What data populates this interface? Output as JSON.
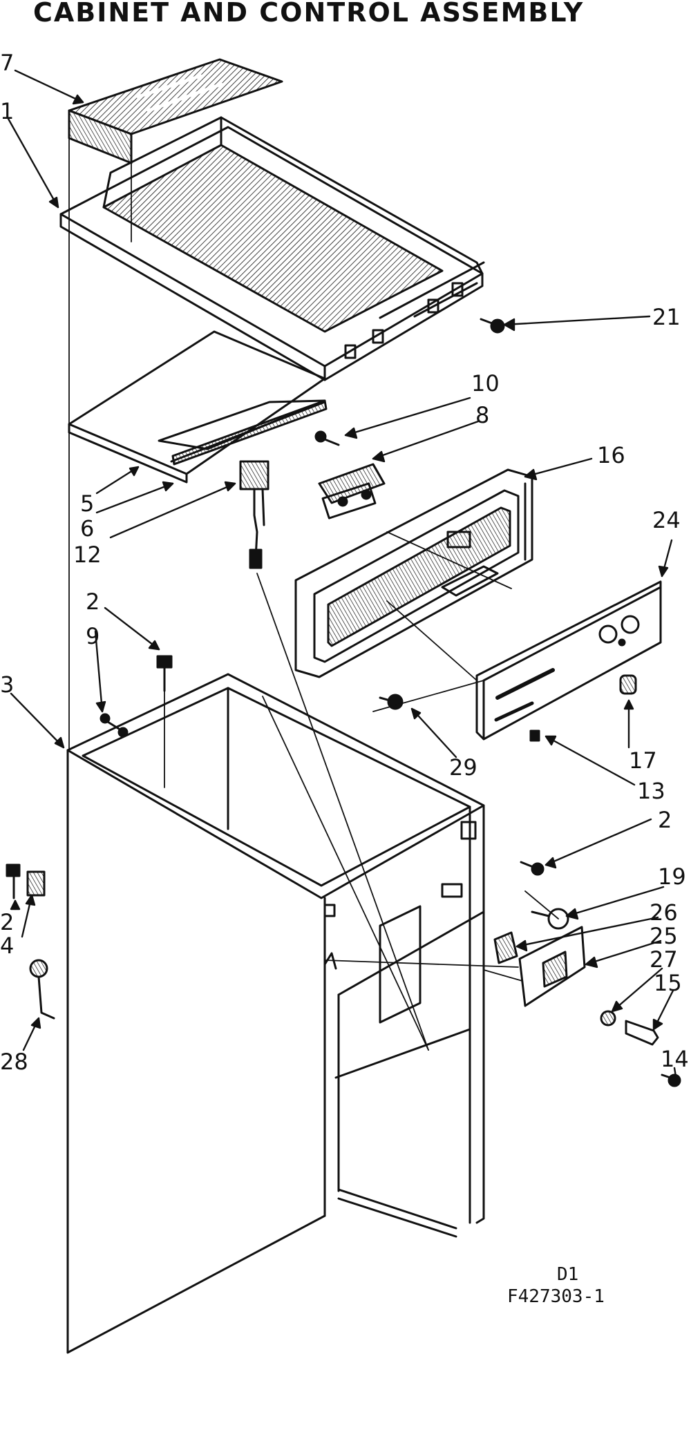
{
  "title": "CABINET AND CONTROL ASSEMBLY",
  "callouts": [
    "7",
    "1",
    "21",
    "10",
    "8",
    "16",
    "24",
    "5",
    "6",
    "12",
    "2",
    "9",
    "3",
    "29",
    "17",
    "13",
    "2",
    "19",
    "26",
    "25",
    "27",
    "15",
    "14",
    "2",
    "4",
    "28"
  ],
  "drawing_code": "D1",
  "figure_number": "F427303-1"
}
